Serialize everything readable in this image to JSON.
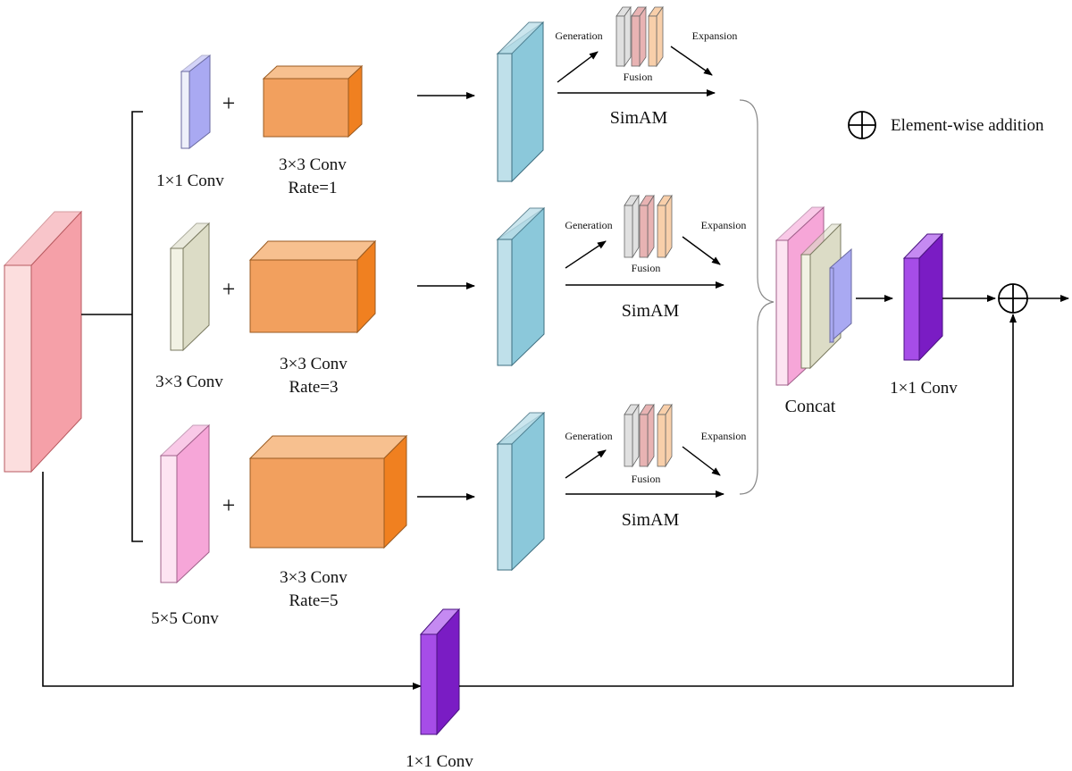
{
  "branches": [
    {
      "id": "b1",
      "conv_label": "1×1 Conv",
      "dilated_label": "3×3 Conv",
      "rate_label": "Rate=1",
      "plus": "+",
      "simam": {
        "generation": "Generation",
        "fusion": "Fusion",
        "expansion": "Expansion",
        "name": "SimAM"
      }
    },
    {
      "id": "b2",
      "conv_label": "3×3 Conv",
      "dilated_label": "3×3 Conv",
      "rate_label": "Rate=3",
      "plus": "+",
      "simam": {
        "generation": "Generation",
        "fusion": "Fusion",
        "expansion": "Expansion",
        "name": "SimAM"
      }
    },
    {
      "id": "b3",
      "conv_label": "5×5 Conv",
      "dilated_label": "3×3 Conv",
      "rate_label": "Rate=5",
      "plus": "+",
      "simam": {
        "generation": "Generation",
        "fusion": "Fusion",
        "expansion": "Expansion",
        "name": "SimAM"
      }
    }
  ],
  "concat_label": "Concat",
  "post_conv_label": "1×1 Conv",
  "shortcut_conv_label": "1×1 Conv",
  "legend": {
    "symbol": "⊕",
    "text": "Element-wise addition"
  },
  "colors": {
    "input_front": "#fcdede",
    "input_side": "#f5a0a8",
    "conv1_front": "#eef0fa",
    "conv1_side": "#a9a9f2",
    "conv3_front": "#f2f2e4",
    "conv3_side": "#dcdcc6",
    "conv5_front": "#fde4f2",
    "conv5_side": "#f6a6d8",
    "orange_front": "#f2a05e",
    "orange_top": "#f7c08f",
    "orange_side": "#f08020",
    "blue_front": "#bfe0ea",
    "blue_side": "#8bc8da",
    "purple_front": "#a64de8",
    "purple_top": "#c58af2",
    "purple_side": "#7a1cc4",
    "gen_gray": "#e0e0e0",
    "gen_rose": "#e8b3b3",
    "gen_peach": "#f8cfaa"
  }
}
